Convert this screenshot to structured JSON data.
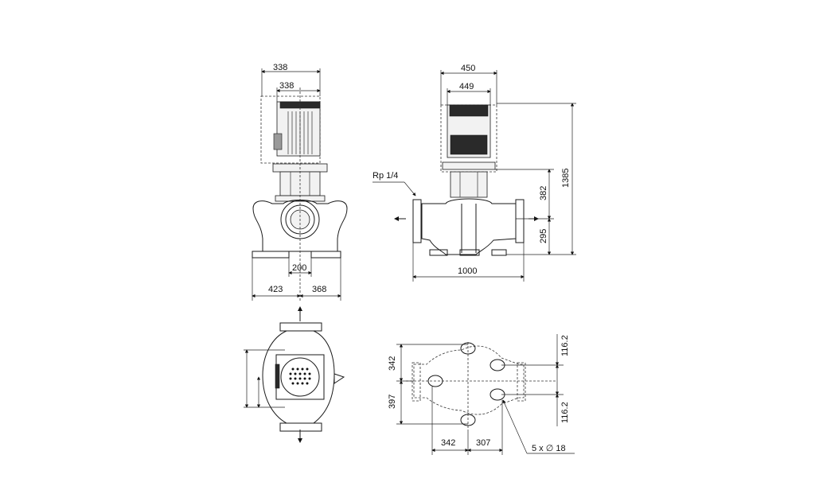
{
  "front_view": {
    "motor_width_outer": "338",
    "motor_width_inner": "338",
    "port_spacing": "200",
    "foot_left": "423",
    "foot_right": "368"
  },
  "side_view": {
    "motor_width_outer": "450",
    "motor_width_inner": "449",
    "thread": "Rp 1/4",
    "height_upper": "382",
    "height_lower": "295",
    "height_total": "1385",
    "flange_length": "1000"
  },
  "base_view": {
    "offset_top": "116.2",
    "offset_bottom": "116.2",
    "width_upper": "342",
    "width_lower": "397",
    "span_left": "342",
    "span_right": "307",
    "holes": "5 x ∅ 18"
  }
}
